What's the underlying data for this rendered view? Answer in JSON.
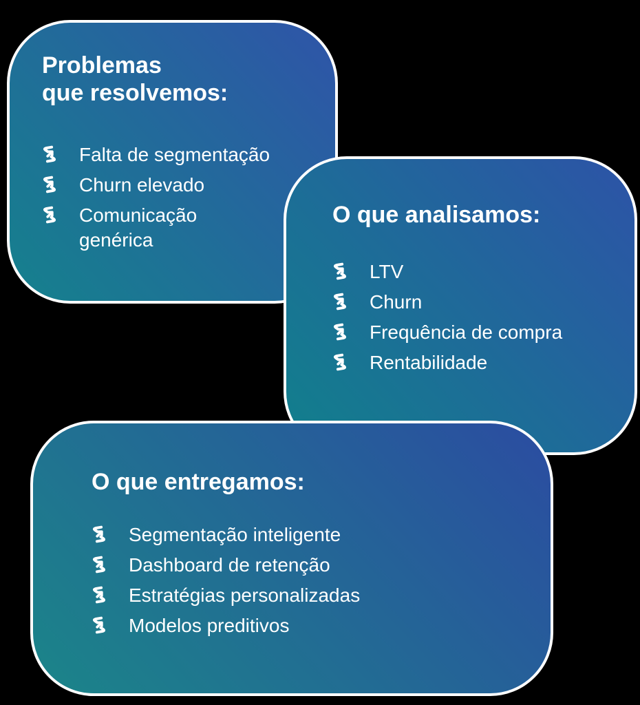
{
  "background_color": "#000000",
  "palette": {
    "gradient_teal": "#15818D",
    "gradient_blue": "#2F54A8",
    "card_outline": "#FFFFFF",
    "text": "#FFFFFF"
  },
  "bullet_icon": "s-arrow-growth-icon",
  "cards": [
    {
      "name": "problemas",
      "title_lines": [
        "Problemas",
        "que resolvemos:"
      ],
      "items": [
        "Falta de segmentação",
        "Churn elevado",
        "Comunicação\ngenérica"
      ]
    },
    {
      "name": "analisamos",
      "title": "O que analisamos:",
      "items": [
        "LTV",
        "Churn",
        "Frequência de compra",
        "Rentabilidade"
      ]
    },
    {
      "name": "entregamos",
      "title": "O que entregamos:",
      "items": [
        "Segmentação inteligente",
        "Dashboard de retenção",
        "Estratégias personalizadas",
        "Modelos preditivos"
      ]
    }
  ]
}
